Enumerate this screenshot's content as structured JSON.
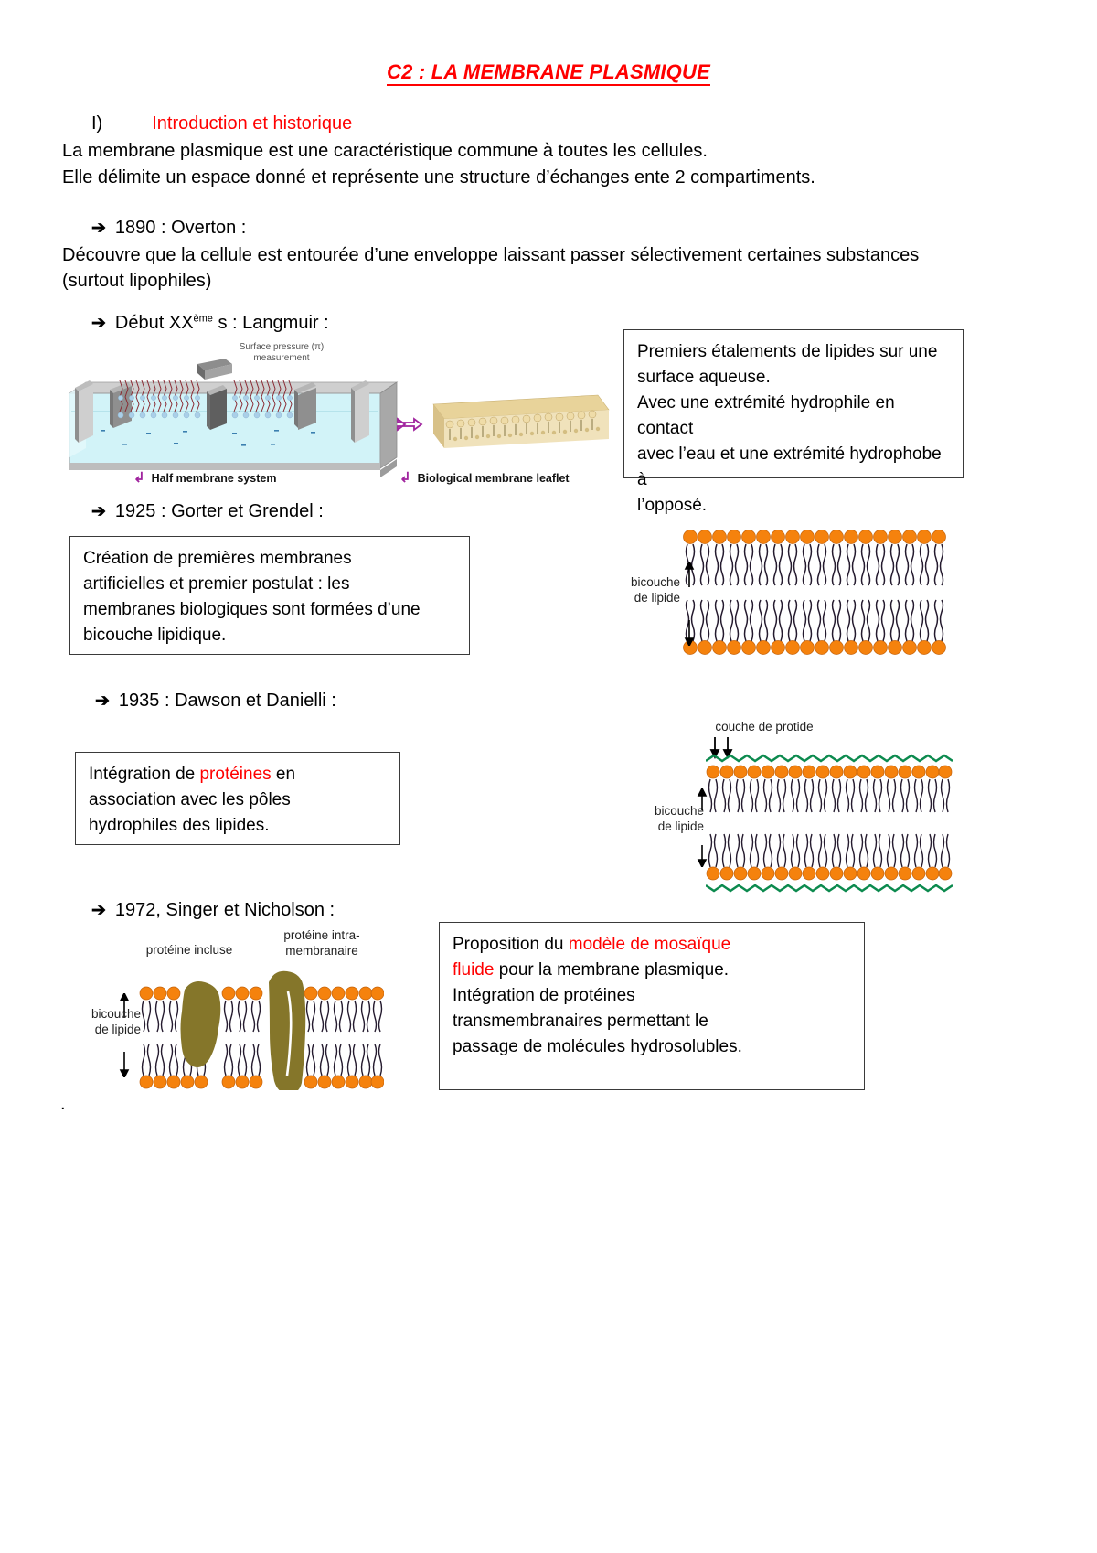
{
  "document": {
    "title": "C2 : LA MEMBRANE PLASMIQUE",
    "title_color": "#ff0000"
  },
  "section": {
    "number": "I)",
    "heading": "Introduction et historique",
    "intro_line_1": "La membrane plasmique est une caractéristique commune à toutes les cellules.",
    "intro_line_2": "Elle délimite un espace donné et représente une structure d’échanges ente 2 compartiments."
  },
  "entries": [
    {
      "id": "overton",
      "heading": "1890 : Overton :",
      "body_line_1": "Découvre que la cellule est entourée d’une enveloppe laissant passer sélectivement certaines substances",
      "body_line_2": "(surtout lipophiles)"
    },
    {
      "id": "langmuir",
      "heading_prefix": "Début XX",
      "heading_sup": "ème",
      "heading_suffix": " s : Langmuir :",
      "figure_caption_line_1": "Surface pressure (π)",
      "figure_caption_line_2": "measurement",
      "label_left": "Half membrane system",
      "label_right": "Biological membrane leaflet"
    },
    {
      "id": "gorter",
      "heading": "1925 : Gorter et Grendel :",
      "note_line_1": "Création de premières membranes",
      "note_line_2": "artificielles et premier postulat : les",
      "note_line_3": "membranes biologiques sont formées d’une",
      "note_highlight": "bicouche lipidique.",
      "figure_label_line_1": "bicouche",
      "figure_label_line_2": "de lipide"
    },
    {
      "id": "dawson",
      "heading": "1935 : Dawson et Danielli :",
      "note_line_1_a": "Intégration de ",
      "note_line_1_highlight": "protéines",
      "note_line_1_b": " en",
      "note_line_2": "association avec les pôles",
      "note_line_3": "hydrophiles des lipides.",
      "figure_top_label": "couche de protide",
      "figure_label_line_1": "bicouche",
      "figure_label_line_2": "de lipide"
    },
    {
      "id": "singer",
      "heading": "1972, Singer et Nicholson :",
      "figure_label_included": "protéine incluse",
      "figure_label_intra_line_1": "protéine intra-",
      "figure_label_intra_line_2": "membranaire",
      "figure_label_line_1": "bicouche",
      "figure_label_line_2": "de lipide",
      "note_line_1_a": "Proposition du ",
      "note_line_1_highlight": "modèle de mosaïque",
      "note_line_2_highlight": "fluide",
      "note_line_2_b": " pour la membrane plasmique.",
      "note_line_3": "Intégration de protéines",
      "note_line_4": "transmembranaires permettant le",
      "note_line_5": "passage de molécules hydrosolubles."
    }
  ],
  "notes": {
    "langmuir_box": {
      "line_1": "Premiers étalements de lipides sur une",
      "line_2": "surface aqueuse.",
      "line_3": "Avec une extrémité hydrophile en contact",
      "line_4": "avec l’eau et une extrémité hydrophobe à",
      "line_5": "l’opposé."
    }
  },
  "footer": {
    "trailing_period": "."
  },
  "colors": {
    "accent_red": "#ff0000",
    "lipid_head": "#f5820d",
    "protein_olive": "#85762a",
    "protide_green": "#0c8a4e",
    "water_blue": "#d2f3f8",
    "purple_marker": "#a0239e"
  }
}
